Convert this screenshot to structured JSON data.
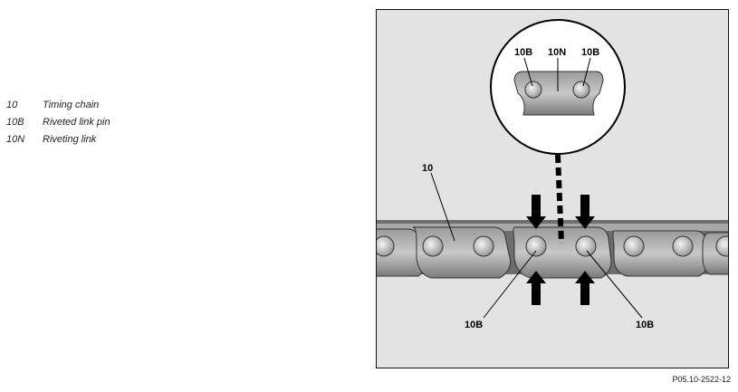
{
  "legend": [
    {
      "code": "10",
      "desc": "Timing chain"
    },
    {
      "code": "10B",
      "desc": "Riveted link pin"
    },
    {
      "code": "10N",
      "desc": "Riveting link"
    }
  ],
  "figure": {
    "label_chain": "10",
    "label_pin_left": "10B",
    "label_pin_right": "10B",
    "inset_label_pin_left": "10B",
    "inset_label_link": "10N",
    "inset_label_pin_right": "10B"
  },
  "caption": "P05.10-2522-12"
}
